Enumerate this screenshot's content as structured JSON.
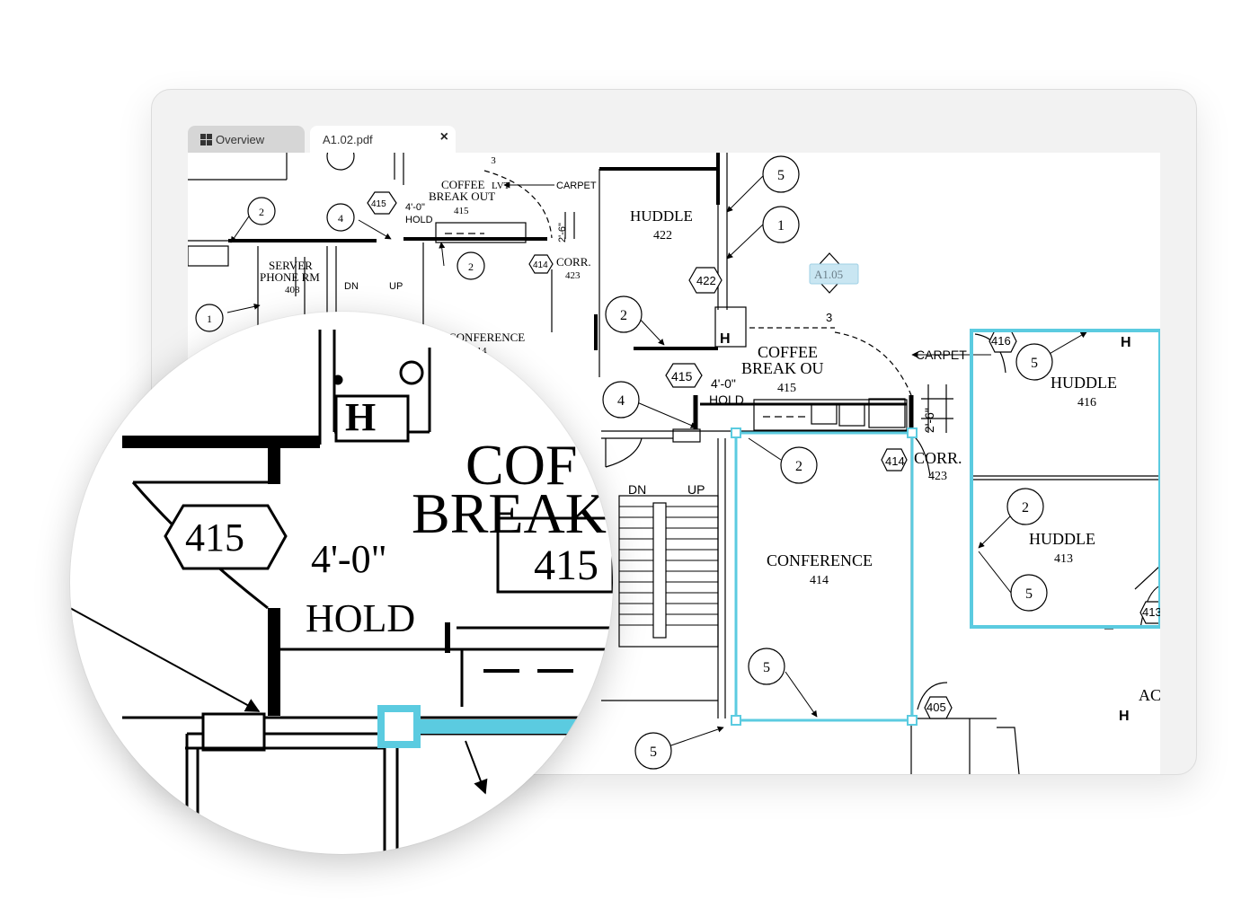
{
  "tabs": {
    "overview_label": "Overview",
    "document_label": "A1.02.pdf",
    "close_glyph": "×"
  },
  "colors": {
    "selection": "#5bcbe0",
    "link_tag": "#c9e6f2"
  },
  "plan": {
    "top_left_rooms": {
      "coffee": "COFFEE",
      "lvt": "LVT",
      "break_out": "BREAK OUT",
      "room_415": "415",
      "hex_415": "415",
      "hold_dim": "4'-0\"",
      "hold": "HOLD",
      "carpet": "CARPET",
      "server": "SERVER",
      "phone_rm": "PHONE RM",
      "room_408": "408",
      "dn": "DN",
      "up": "UP",
      "conference": "CONFERENCE",
      "room_414": "414",
      "corr": "CORR.",
      "room_423": "423",
      "hex_414": "414",
      "dim_26": "2'-6\""
    },
    "huddle_422": {
      "name": "HUDDLE",
      "number": "422",
      "hex": "422"
    },
    "link_tag": "A1.05",
    "link_num": "3",
    "coffee_break": {
      "coffee": "COFFEE",
      "break_out": "BREAK OU",
      "number": "415",
      "hex": "415",
      "hold_dim": "4'-0\"",
      "hold": "HOLD",
      "carpet": "CARPET"
    },
    "corr": {
      "name": "CORR.",
      "number": "423",
      "hex": "414",
      "dim": "2'-6\""
    },
    "stairs": {
      "dn": "DN",
      "up": "UP"
    },
    "conference": {
      "name": "CONFERENCE",
      "number": "414"
    },
    "huddle_416": {
      "name": "HUDDLE",
      "number": "416",
      "hex": "416"
    },
    "huddle_413": {
      "name": "HUDDLE",
      "number": "413",
      "hex": "413"
    },
    "room_405": "405",
    "ac_label": "AC",
    "h_mark": "H",
    "callouts": {
      "c5": "5",
      "c1": "1",
      "c2": "2",
      "c4": "4",
      "c3": "3"
    }
  },
  "magnifier": {
    "coffee": "COF",
    "break": "BREAK",
    "number": "415",
    "hex": "415",
    "hold_dim": "4'-0\"",
    "hold": "HOLD",
    "h_mark": "H"
  }
}
